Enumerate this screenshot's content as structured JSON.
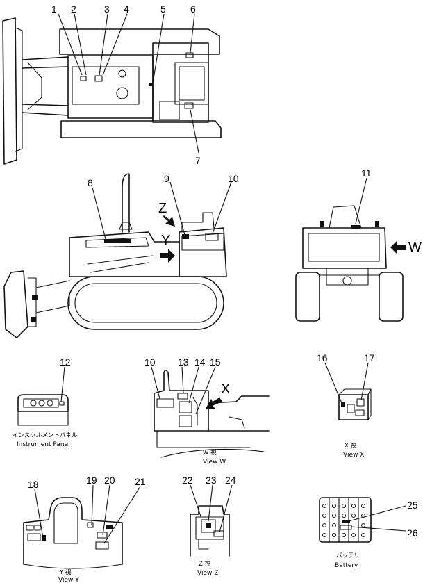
{
  "callouts": {
    "c1": "1",
    "c2": "2",
    "c3": "3",
    "c4": "4",
    "c5": "5",
    "c6": "6",
    "c7": "7",
    "c8": "8",
    "c9": "9",
    "c10": "10",
    "c11": "11",
    "c12": "12",
    "c13": "13",
    "c14": "14",
    "c15": "15",
    "c16": "16",
    "c17": "17",
    "c18": "18",
    "c19": "19",
    "c20": "20",
    "c21": "21",
    "c22": "22",
    "c23": "23",
    "c24": "24",
    "c25": "25",
    "c26": "26"
  },
  "view_letters": {
    "z": "Z",
    "y": "Y",
    "w": "W",
    "x": "X"
  },
  "captions": {
    "instrument_panel_jp": "インスツルメントパネル",
    "instrument_panel_en": "Instrument Panel",
    "view_w_jp": "W 視",
    "view_w_en": "View W",
    "view_x_jp": "X 視",
    "view_x_en": "View X",
    "view_y_jp": "Y 視",
    "view_y_en": "View Y",
    "view_z_jp": "Z 視",
    "view_z_en": "View Z",
    "battery_jp": "バッテリ",
    "battery_en": "Battery"
  }
}
